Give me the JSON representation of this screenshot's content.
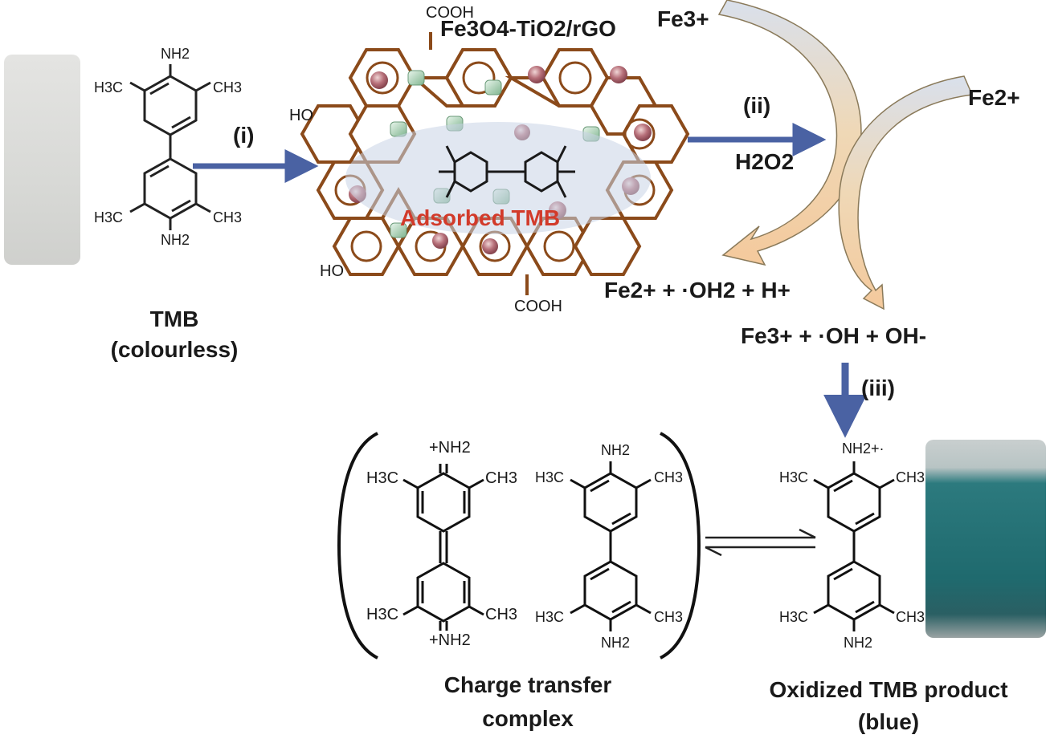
{
  "tmb": {
    "name": "TMB",
    "note": "(colourless)",
    "nh2_top": "NH2",
    "nh2_bottom": "NH2",
    "ch3": "CH3",
    "h3c": "H3C"
  },
  "composite": {
    "title": "Fe3O4-TiO2/rGO",
    "cooh_top": "COOH",
    "cooh_bottom": "COOH",
    "ho_1": "HO",
    "ho_2": "HO",
    "adsorbed": "Adsorbed  TMB"
  },
  "steps": {
    "i": "(i)",
    "ii": "(ii)",
    "h2o2": "H2O2",
    "iii": "(iii)"
  },
  "fenton": {
    "fe3_top": "Fe3+",
    "fe2_right": "Fe2+",
    "product1": "Fe2+ + ·OH2 + H+",
    "product2": "Fe3+ + ·OH + OH-"
  },
  "complex": {
    "label_1": "Charge transfer",
    "label_2": "complex",
    "nh2_plus": "+NH2"
  },
  "oxidized": {
    "label_1": "Oxidized TMB product",
    "label_2": "(blue)",
    "nh2_radical": "NH2+·"
  },
  "colors": {
    "arrow_blue": "#4a62a3",
    "graphene_brown": "#8b4a1a",
    "adsorbed_red": "#d23a2a",
    "blue_solution": "#1f6a6e"
  }
}
